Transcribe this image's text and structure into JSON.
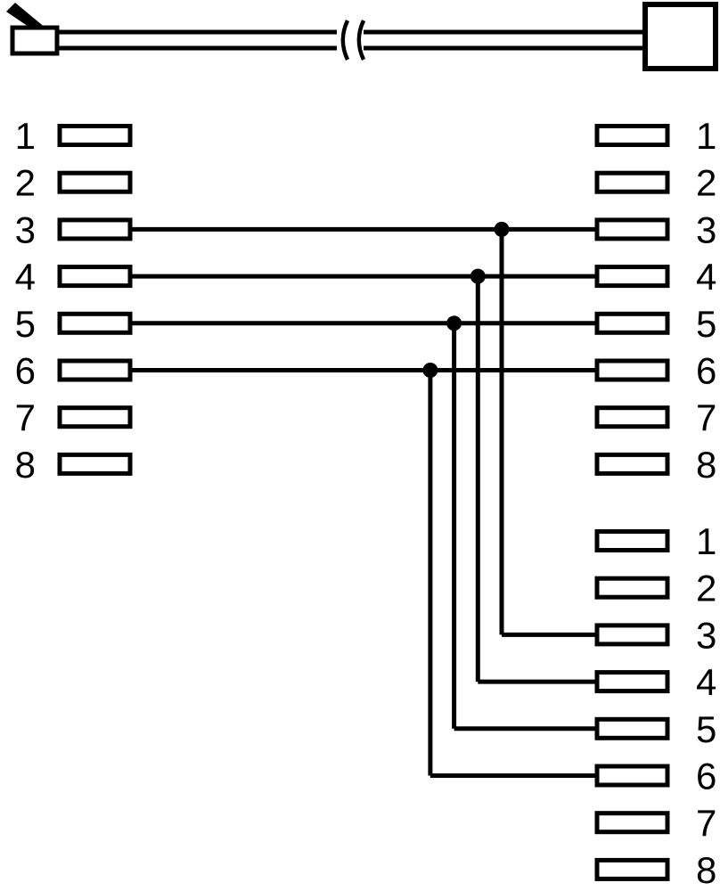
{
  "colors": {
    "line": "#000000",
    "background": "#ffffff"
  },
  "left_connector": {
    "pins": [
      "1",
      "2",
      "3",
      "4",
      "5",
      "6",
      "7",
      "8"
    ]
  },
  "right_upper_connector": {
    "pins": [
      "1",
      "2",
      "3",
      "4",
      "5",
      "6",
      "7",
      "8"
    ]
  },
  "right_lower_connector": {
    "pins": [
      "1",
      "2",
      "3",
      "4",
      "5",
      "6",
      "7",
      "8"
    ]
  },
  "connections": [
    {
      "left_pin": "3",
      "upper_right_pin": "3",
      "lower_right_pin": "3"
    },
    {
      "left_pin": "4",
      "upper_right_pin": "4",
      "lower_right_pin": "4"
    },
    {
      "left_pin": "5",
      "upper_right_pin": "5",
      "lower_right_pin": "5"
    },
    {
      "left_pin": "6",
      "upper_right_pin": "6",
      "lower_right_pin": "6"
    }
  ]
}
